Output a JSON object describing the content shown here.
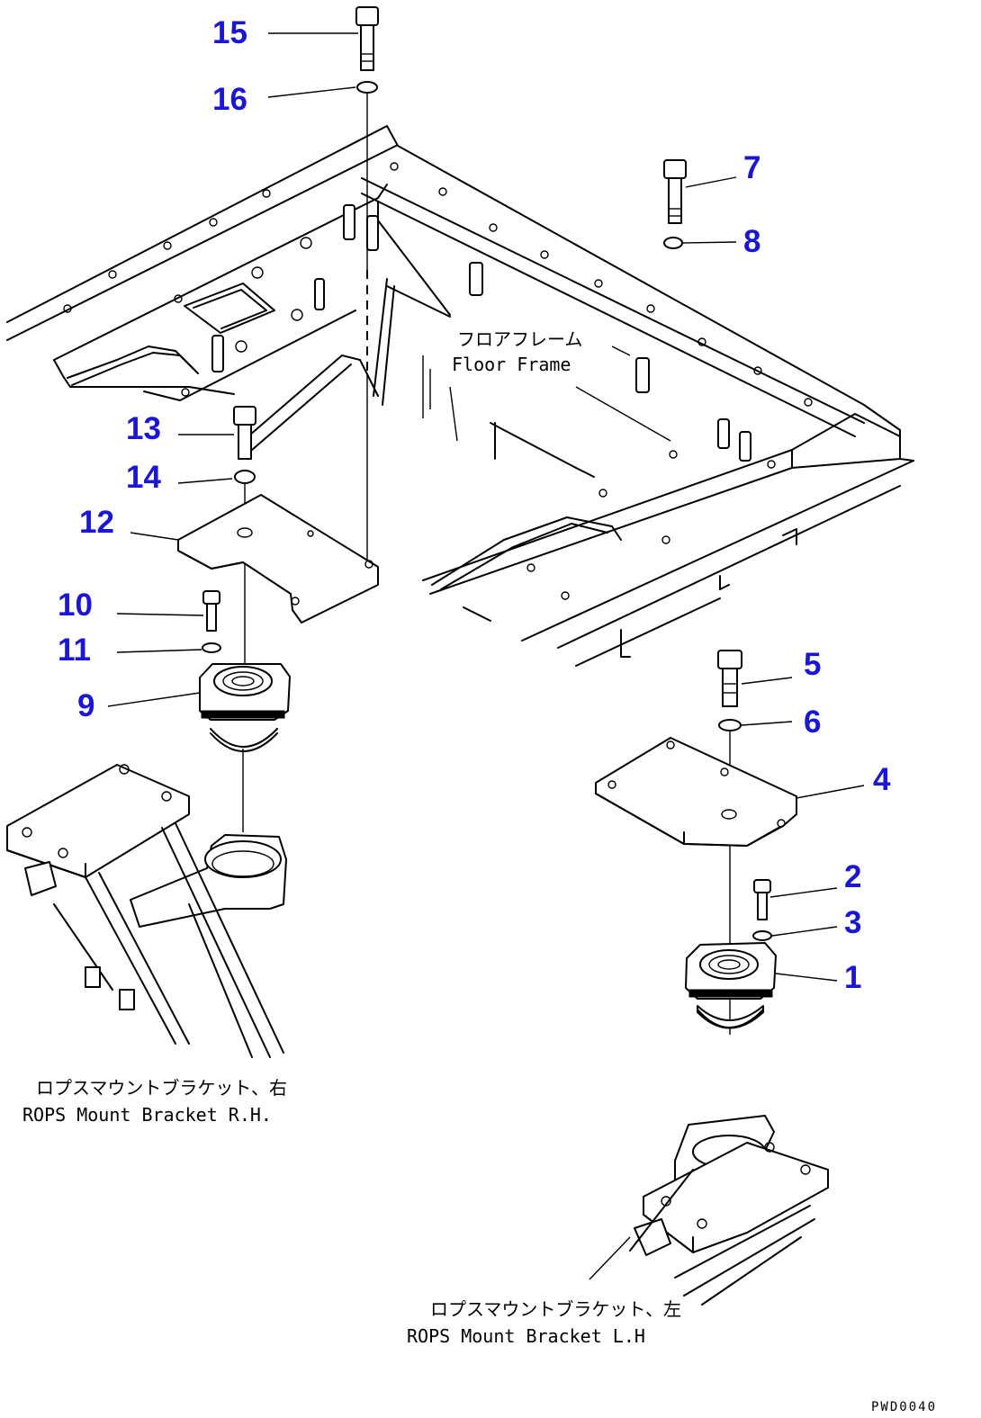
{
  "callouts": [
    "15",
    "16",
    "7",
    "8",
    "13",
    "14",
    "12",
    "10",
    "11",
    "9",
    "5",
    "6",
    "4",
    "2",
    "3",
    "1"
  ],
  "labels": {
    "floor_frame_jp": "フロアフレーム",
    "floor_frame_en": "Floor Frame",
    "rops_rh_jp": "ロプスマウントブラケット、右",
    "rops_rh_en": "ROPS Mount Bracket R.H.",
    "rops_lh_jp": "ロプスマウントブラケット、左",
    "rops_lh_en": "ROPS Mount Bracket L.H"
  },
  "drawing_code": "PWD0040",
  "colors": {
    "callout": "#1a16d6",
    "line": "#000000"
  }
}
